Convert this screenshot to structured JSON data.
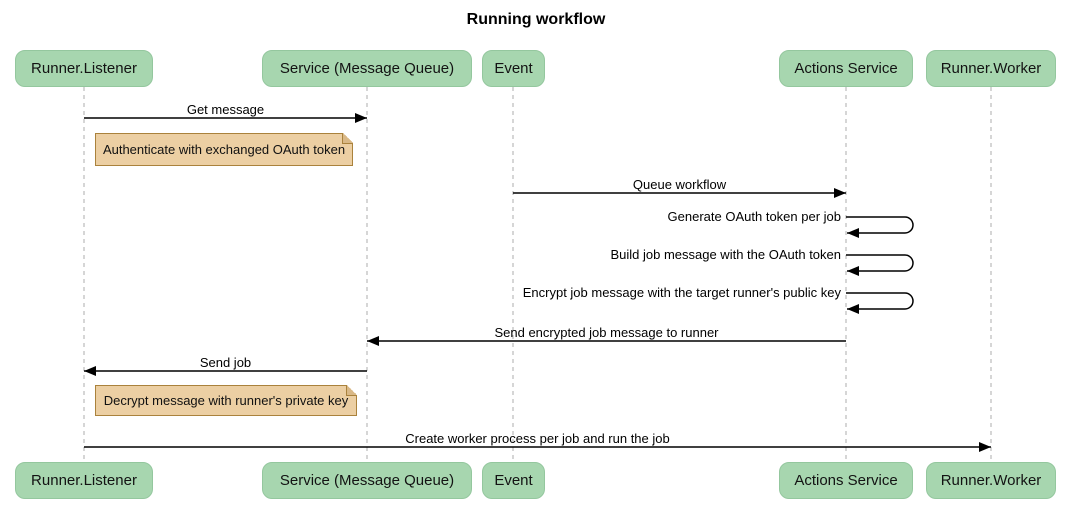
{
  "title": "Running workflow",
  "actors": [
    {
      "label": "Runner.Listener"
    },
    {
      "label": "Service (Message Queue)"
    },
    {
      "label": "Event"
    },
    {
      "label": "Actions Service"
    },
    {
      "label": "Runner.Worker"
    }
  ],
  "messages": [
    {
      "from": "Runner.Listener",
      "to": "Service (Message Queue)",
      "label": "Get message"
    },
    {
      "from": "Event",
      "to": "Actions Service",
      "label": "Queue workflow"
    },
    {
      "from": "Actions Service",
      "to": "Actions Service",
      "label": "Generate OAuth token per job"
    },
    {
      "from": "Actions Service",
      "to": "Actions Service",
      "label": "Build job message with the OAuth token"
    },
    {
      "from": "Actions Service",
      "to": "Actions Service",
      "label": "Encrypt job message with the target runner's public key"
    },
    {
      "from": "Actions Service",
      "to": "Service (Message Queue)",
      "label": "Send encrypted job message to runner"
    },
    {
      "from": "Service (Message Queue)",
      "to": "Runner.Listener",
      "label": "Send job"
    },
    {
      "from": "Runner.Listener",
      "to": "Runner.Worker",
      "label": "Create worker process per job and run the job"
    }
  ],
  "notes": [
    {
      "position": "right of Runner.Listener",
      "text": "Authenticate with exchanged OAuth token"
    },
    {
      "position": "right of Runner.Listener",
      "text": "Decrypt message with runner's private key"
    }
  ],
  "colors": {
    "background": "#FFFFFF",
    "actor_fill": "#A7D6AF",
    "actor_text": "#131313",
    "note_fill": "#ECCFA3",
    "note_border": "#AA823C",
    "lifeline": "#ADADAD",
    "arrow": "#000000"
  }
}
